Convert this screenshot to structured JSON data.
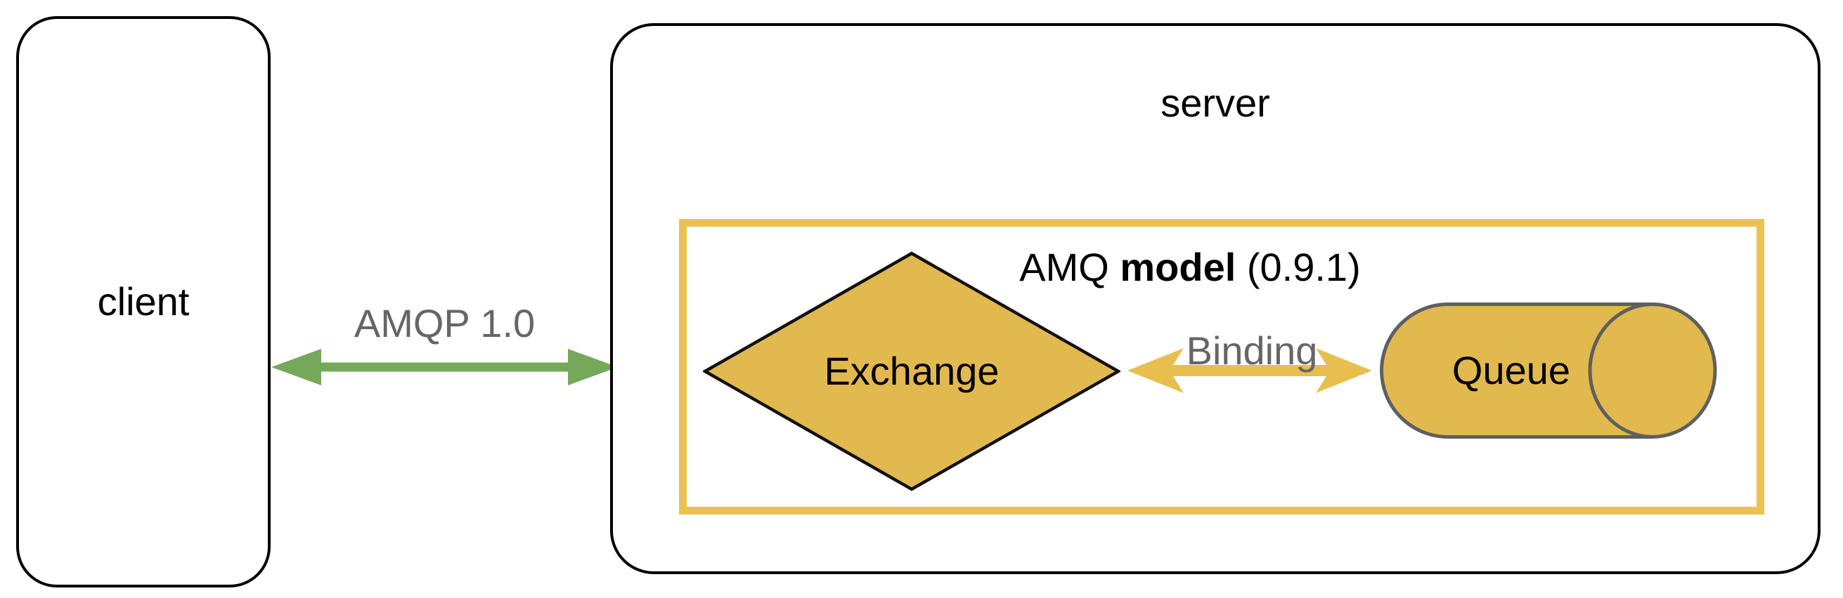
{
  "diagram": {
    "title": "AMQP client-server architecture diagram",
    "client": {
      "label": "client"
    },
    "link": {
      "label": "AMQP 1.0"
    },
    "server": {
      "label": "server"
    },
    "amq_model": {
      "title_regular1": "AMQ",
      "title_bold": "model",
      "title_regular2": "(0.9.1)"
    },
    "exchange": {
      "label": "Exchange"
    },
    "binding": {
      "label": "Binding"
    },
    "queue": {
      "label": "Queue"
    },
    "colors": {
      "shape_fill_yellow": "#e1b94f",
      "model_border_yellow": "#ebc24f",
      "binding_arrow_yellow": "#e8bf4e",
      "amqp_arrow_green": "#76a85a",
      "cylinder_stroke_gray": "#5f5f5f",
      "secondary_text_gray": "#666666",
      "outline_black": "#000000",
      "background": "#ffffff"
    }
  }
}
